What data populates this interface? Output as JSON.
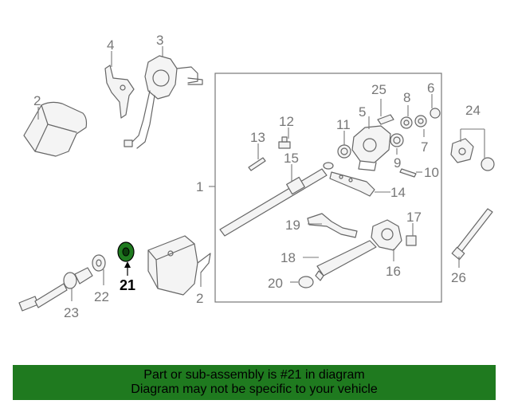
{
  "diagram": {
    "labels": [
      "1",
      "2",
      "2",
      "3",
      "4",
      "5",
      "6",
      "7",
      "8",
      "9",
      "10",
      "11",
      "12",
      "13",
      "14",
      "15",
      "16",
      "17",
      "18",
      "19",
      "20",
      "21",
      "22",
      "23",
      "24",
      "25",
      "26"
    ],
    "highlighted_part": "21",
    "highlight_color": "#1f7a1f",
    "footer_color": "#1f7a1f"
  },
  "footer": {
    "line1": "Part or sub-assembly is #21 in diagram",
    "line2": "Diagram may not be specific to your vehicle"
  }
}
